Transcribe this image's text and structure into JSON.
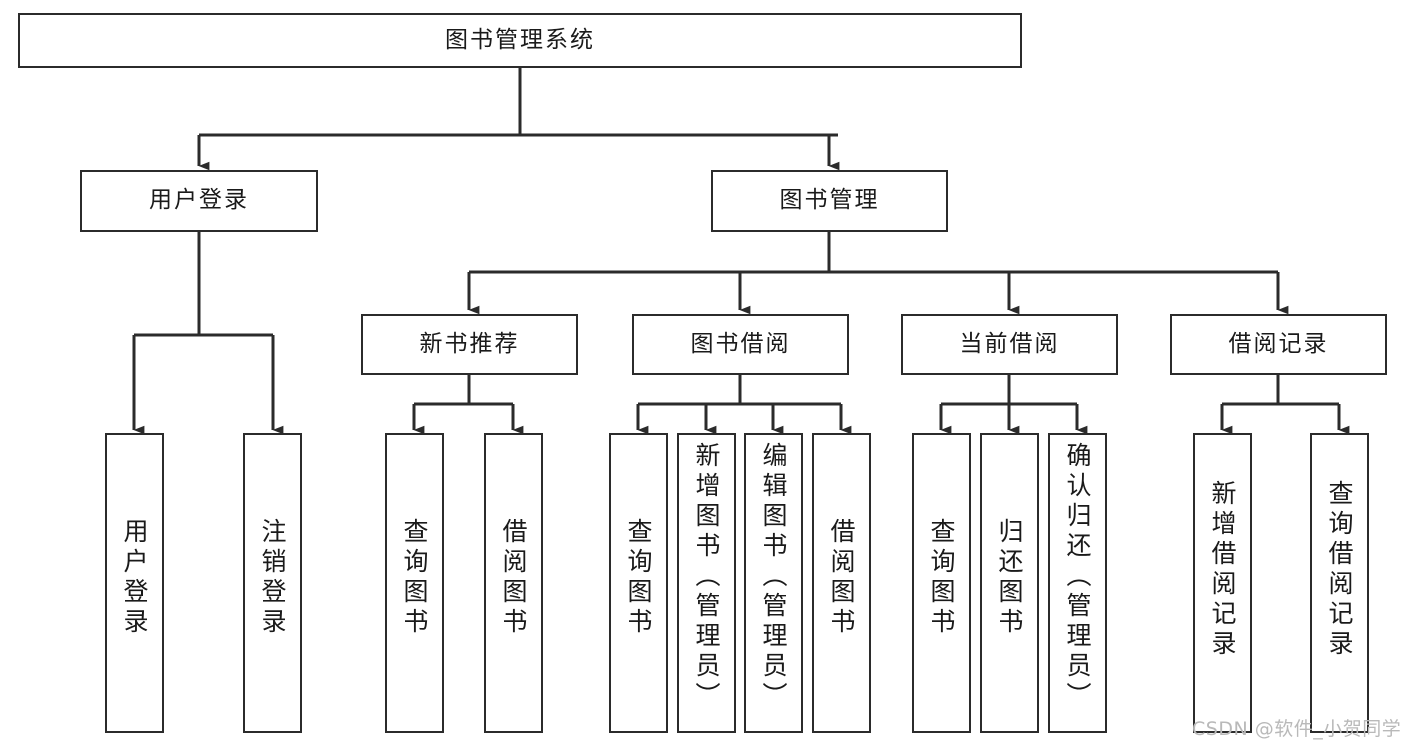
{
  "diagram": {
    "title": "图书管理系统",
    "type": "hierarchy-tree",
    "watermark": "CSDN @软件_小贺同学",
    "colors": {
      "stroke": "#2b2b2b",
      "fill": "#ffffff",
      "text": "#1a1a1a",
      "watermark": "#b9b9b9"
    },
    "levels": {
      "level1": [
        {
          "id": "root",
          "label": "图书管理系统"
        }
      ],
      "level2": [
        {
          "id": "user-login",
          "label": "用户登录"
        },
        {
          "id": "book-manage",
          "label": "图书管理"
        }
      ],
      "level3": [
        {
          "id": "new-book-rec",
          "label": "新书推荐"
        },
        {
          "id": "book-borrow",
          "label": "图书借阅"
        },
        {
          "id": "current-borrow",
          "label": "当前借阅"
        },
        {
          "id": "borrow-record",
          "label": "借阅记录"
        }
      ],
      "level4": [
        {
          "id": "leaf-user-login",
          "label": "用户登录",
          "parent": "user-login"
        },
        {
          "id": "leaf-logout",
          "label": "注销登录",
          "parent": "user-login"
        },
        {
          "id": "leaf-query-book-1",
          "label": "查询图书",
          "parent": "new-book-rec"
        },
        {
          "id": "leaf-borrow-book-1",
          "label": "借阅图书",
          "parent": "new-book-rec"
        },
        {
          "id": "leaf-query-book-2",
          "label": "查询图书",
          "parent": "book-borrow"
        },
        {
          "id": "leaf-add-book",
          "label": "新增图书（管理员）",
          "parent": "book-borrow"
        },
        {
          "id": "leaf-edit-book",
          "label": "编辑图书（管理员）",
          "parent": "book-borrow"
        },
        {
          "id": "leaf-borrow-book-2",
          "label": "借阅图书",
          "parent": "book-borrow"
        },
        {
          "id": "leaf-query-book-3",
          "label": "查询图书",
          "parent": "current-borrow"
        },
        {
          "id": "leaf-return-book",
          "label": "归还图书",
          "parent": "current-borrow"
        },
        {
          "id": "leaf-confirm-return",
          "label": "确认归还（管理员）",
          "parent": "current-borrow"
        },
        {
          "id": "leaf-add-record",
          "label": "新增借阅记录",
          "parent": "borrow-record"
        },
        {
          "id": "leaf-query-record",
          "label": "查询借阅记录",
          "parent": "borrow-record"
        }
      ]
    }
  }
}
